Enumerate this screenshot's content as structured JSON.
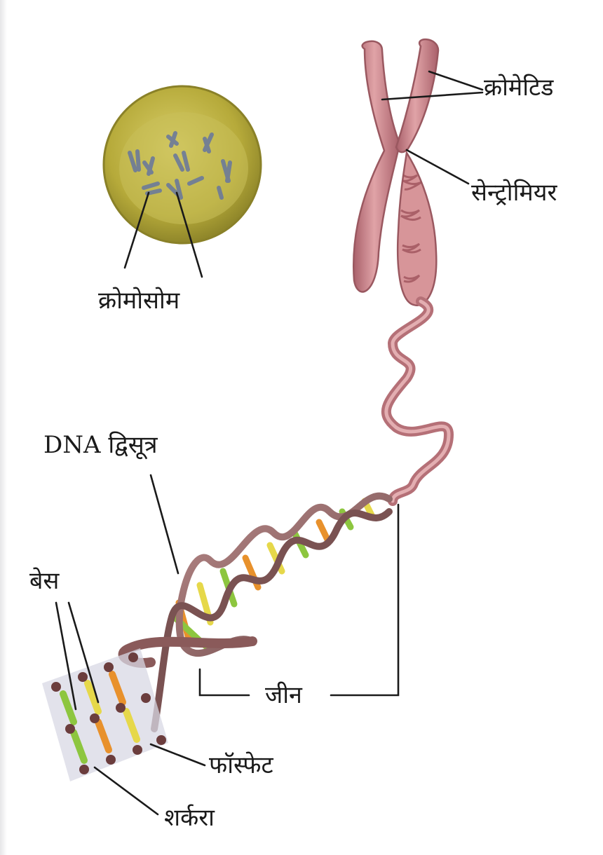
{
  "labels": {
    "chromosome": "क्रोमोसोम",
    "chromatid": "क्रोमेटिड",
    "centromere": "सेन्ट्रोमियर",
    "dna_double_strand": "DNA द्विसूत्र",
    "base": "बेस",
    "gene": "जीन",
    "phosphate": "फॉस्फेट",
    "sugar": "शर्करा"
  },
  "colors": {
    "cell": "#b8ad3c",
    "chromosome": "#c97f84",
    "dna_backbone": "#8a5a5a",
    "base_green": "#8dc63f",
    "base_orange": "#e8912c",
    "base_yellow": "#e6d84a",
    "leader_line": "#1a1a1a"
  },
  "icons": [
    "cell-nucleus-icon",
    "chromosome-icon",
    "dna-helix-icon"
  ]
}
